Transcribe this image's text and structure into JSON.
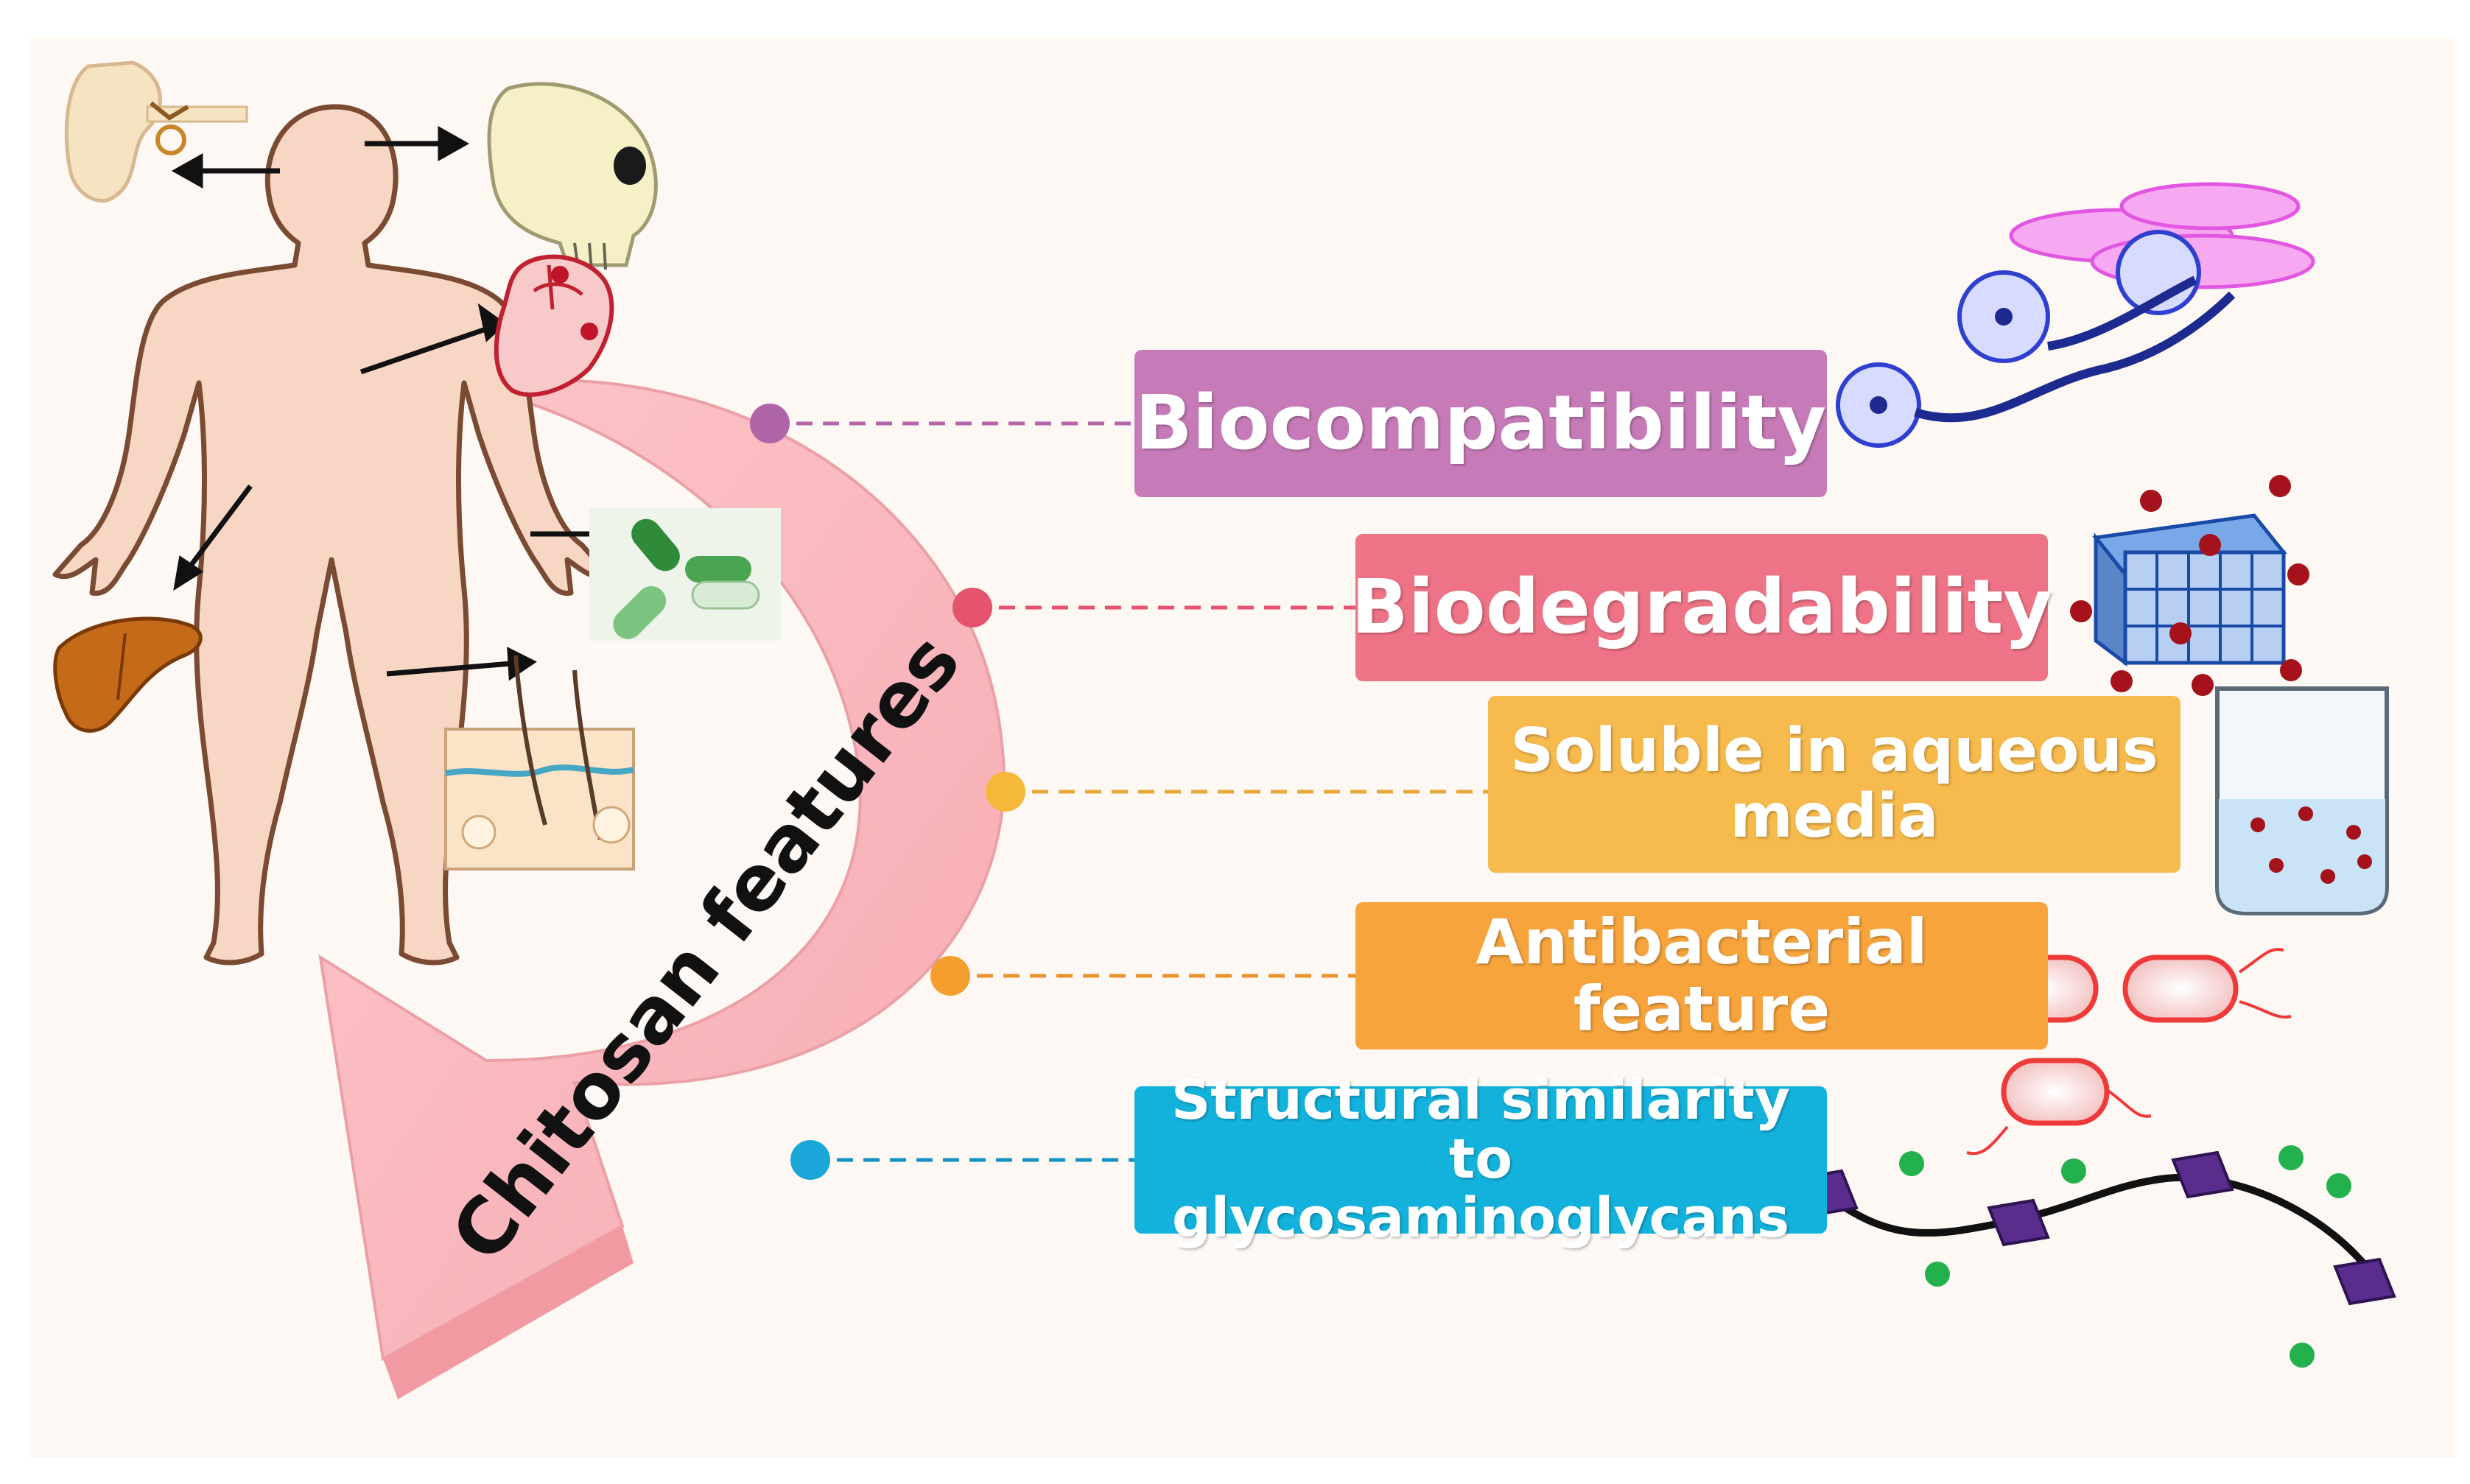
{
  "diagram": {
    "curve_label": "Chitosan features",
    "features": [
      {
        "id": "biocompatibility",
        "label": "Biocompatibility",
        "color": "#c67bb8",
        "dot_color": "#b065a8",
        "line_color": "#b466a8"
      },
      {
        "id": "biodegradability",
        "label": "Biodegradability",
        "color": "#ee7386",
        "dot_color": "#e5536e",
        "line_color": "#e5536e"
      },
      {
        "id": "soluble",
        "label": "Soluble in aqueous media",
        "color": "#f7ba4c",
        "dot_color": "#f5b83a",
        "line_color": "#e8a83a"
      },
      {
        "id": "antibacterial",
        "label": "Antibacterial feature",
        "color": "#f8a43c",
        "dot_color": "#f59e2e",
        "line_color": "#e8952e"
      },
      {
        "id": "structural",
        "label": "Structural similarity to glycosaminoglycans",
        "color": "#13b2dc",
        "dot_color": "#1aa6d9",
        "line_color": "#1590c0"
      }
    ],
    "body_targets": [
      "ear",
      "skull",
      "heart",
      "liver",
      "pills",
      "skin"
    ],
    "colors": {
      "background": "#fdf8f4",
      "body_fill": "#f7d7c4",
      "body_outline": "#7a4a32",
      "arrow_fill": "#f9b8bd",
      "arrow_edge": "#e89aa0"
    }
  }
}
